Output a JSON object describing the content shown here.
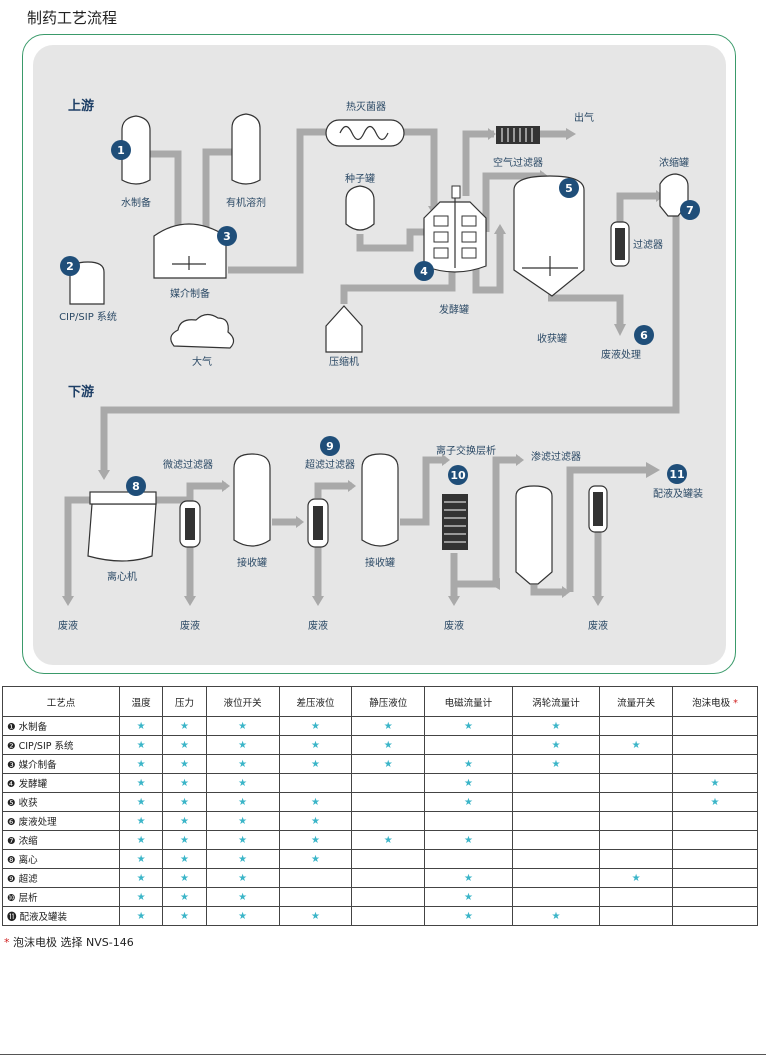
{
  "title": "制药工艺流程",
  "sections": {
    "upstream": "上游",
    "downstream": "下游"
  },
  "badges": [
    "1",
    "2",
    "3",
    "4",
    "5",
    "6",
    "7",
    "8",
    "9",
    "10",
    "11"
  ],
  "labels": {
    "water": "水制备",
    "organic": "有机溶剂",
    "cip": "CIP/SIP 系统",
    "media": "媒介制备",
    "heat": "热灭菌器",
    "seed": "种子罐",
    "air_filter": "空气过滤器",
    "exhaust": "出气",
    "ferment": "发酵罐",
    "harvest": "收获罐",
    "concentrate": "浓缩罐",
    "filter": "过滤器",
    "waste_treat": "废液处理",
    "atmosphere": "大气",
    "compressor": "压缩机",
    "centrifuge": "离心机",
    "micro_filter": "微滤过滤器",
    "receiver1": "接收罐",
    "ultra_filter": "超滤过滤器",
    "receiver2": "接收罐",
    "ion_exchange": "离子交换层析",
    "diafilter": "渗滤过滤器",
    "dispensing": "配液及罐装",
    "waste": "废液"
  },
  "table": {
    "headers": [
      "工艺点",
      "温度",
      "压力",
      "液位开关",
      "差压液位",
      "静压液位",
      "电磁流量计",
      "涡轮流量计",
      "流量开关",
      "泡沫电极"
    ],
    "header_mark": "*",
    "star": "★",
    "rows": [
      {
        "num": "❶",
        "name": "水制备",
        "marks": [
          1,
          1,
          1,
          1,
          1,
          1,
          1,
          0,
          0
        ]
      },
      {
        "num": "❷",
        "name": "CIP/SIP 系统",
        "marks": [
          1,
          1,
          1,
          1,
          1,
          0,
          1,
          1,
          0
        ]
      },
      {
        "num": "❸",
        "name": "媒介制备",
        "marks": [
          1,
          1,
          1,
          1,
          1,
          1,
          1,
          0,
          0
        ]
      },
      {
        "num": "❹",
        "name": "发酵罐",
        "marks": [
          1,
          1,
          1,
          0,
          0,
          1,
          0,
          0,
          1
        ]
      },
      {
        "num": "❺",
        "name": "收获",
        "marks": [
          1,
          1,
          1,
          1,
          0,
          1,
          0,
          0,
          1
        ]
      },
      {
        "num": "❻",
        "name": "废液处理",
        "marks": [
          1,
          1,
          1,
          1,
          0,
          0,
          0,
          0,
          0
        ]
      },
      {
        "num": "❼",
        "name": "浓缩",
        "marks": [
          1,
          1,
          1,
          1,
          1,
          1,
          0,
          0,
          0
        ]
      },
      {
        "num": "❽",
        "name": "离心",
        "marks": [
          1,
          1,
          1,
          1,
          0,
          0,
          0,
          0,
          0
        ]
      },
      {
        "num": "❾",
        "name": "超滤",
        "marks": [
          1,
          1,
          1,
          0,
          0,
          1,
          0,
          1,
          0
        ]
      },
      {
        "num": "❿",
        "name": "层析",
        "marks": [
          1,
          1,
          1,
          0,
          0,
          1,
          0,
          0,
          0
        ]
      },
      {
        "num": "⓫",
        "name": "配液及罐装",
        "marks": [
          1,
          1,
          1,
          1,
          0,
          1,
          1,
          0,
          0
        ]
      }
    ]
  },
  "footnote": {
    "mark": "*",
    "text": "泡沫电极 选择 NVS-146"
  },
  "colors": {
    "pipe": "#a9a9a9",
    "badge": "#1f4e79",
    "star": "#3bb5c8",
    "frame": "#3a9a6a"
  }
}
